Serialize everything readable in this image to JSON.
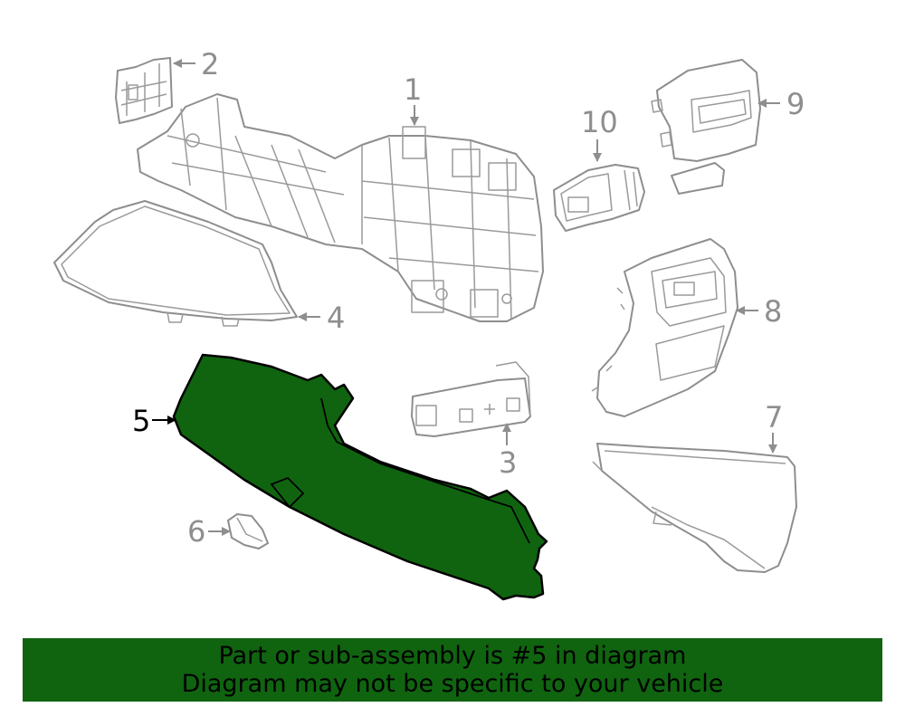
{
  "colors": {
    "highlight": "#106410",
    "banner_bg": "#106410",
    "part_stroke": "#8e8e8e",
    "active_stroke": "#000000"
  },
  "callouts": {
    "c1": "1",
    "c2": "2",
    "c3": "3",
    "c4": "4",
    "c5": "5",
    "c6": "6",
    "c7": "7",
    "c8": "8",
    "c9": "9",
    "c10": "10"
  },
  "highlighted_part": "5",
  "banner": {
    "line1": "Part or sub-assembly is #5 in diagram",
    "line2": "Diagram may not be specific to your vehicle"
  }
}
